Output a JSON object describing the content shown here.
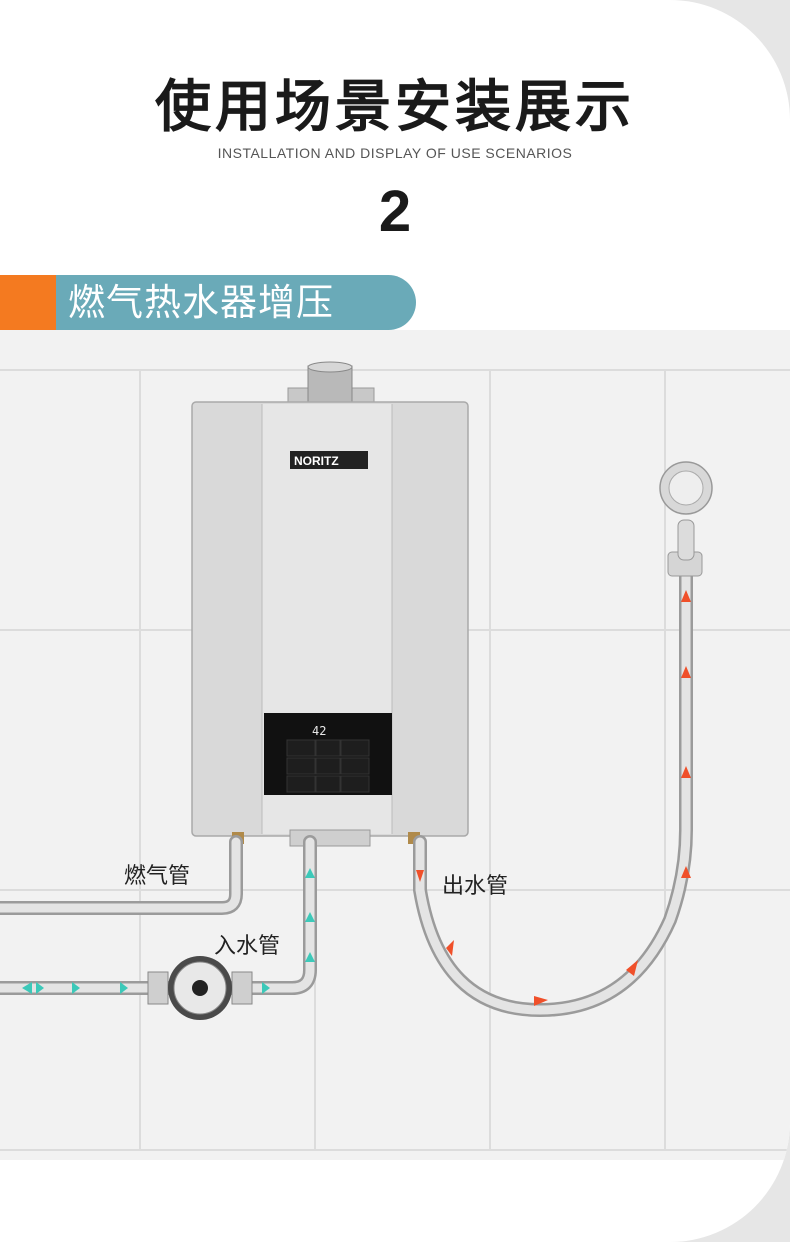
{
  "header": {
    "title": "使用场景安装展示",
    "subtitle": "INSTALLATION AND DISPLAY OF USE SCENARIOS",
    "number": "2"
  },
  "section": {
    "title": "燃气热水器增压"
  },
  "heater": {
    "brand": "NORITZ",
    "display_value": "42"
  },
  "pipes": {
    "gas_label": "燃气管",
    "inlet_label": "入水管",
    "outlet_label": "出水管"
  },
  "colors": {
    "accent_orange": "#f47a20",
    "section_teal": "#6aaab8",
    "inlet_arrow": "#3cc9b9",
    "outlet_arrow": "#f0502a"
  }
}
